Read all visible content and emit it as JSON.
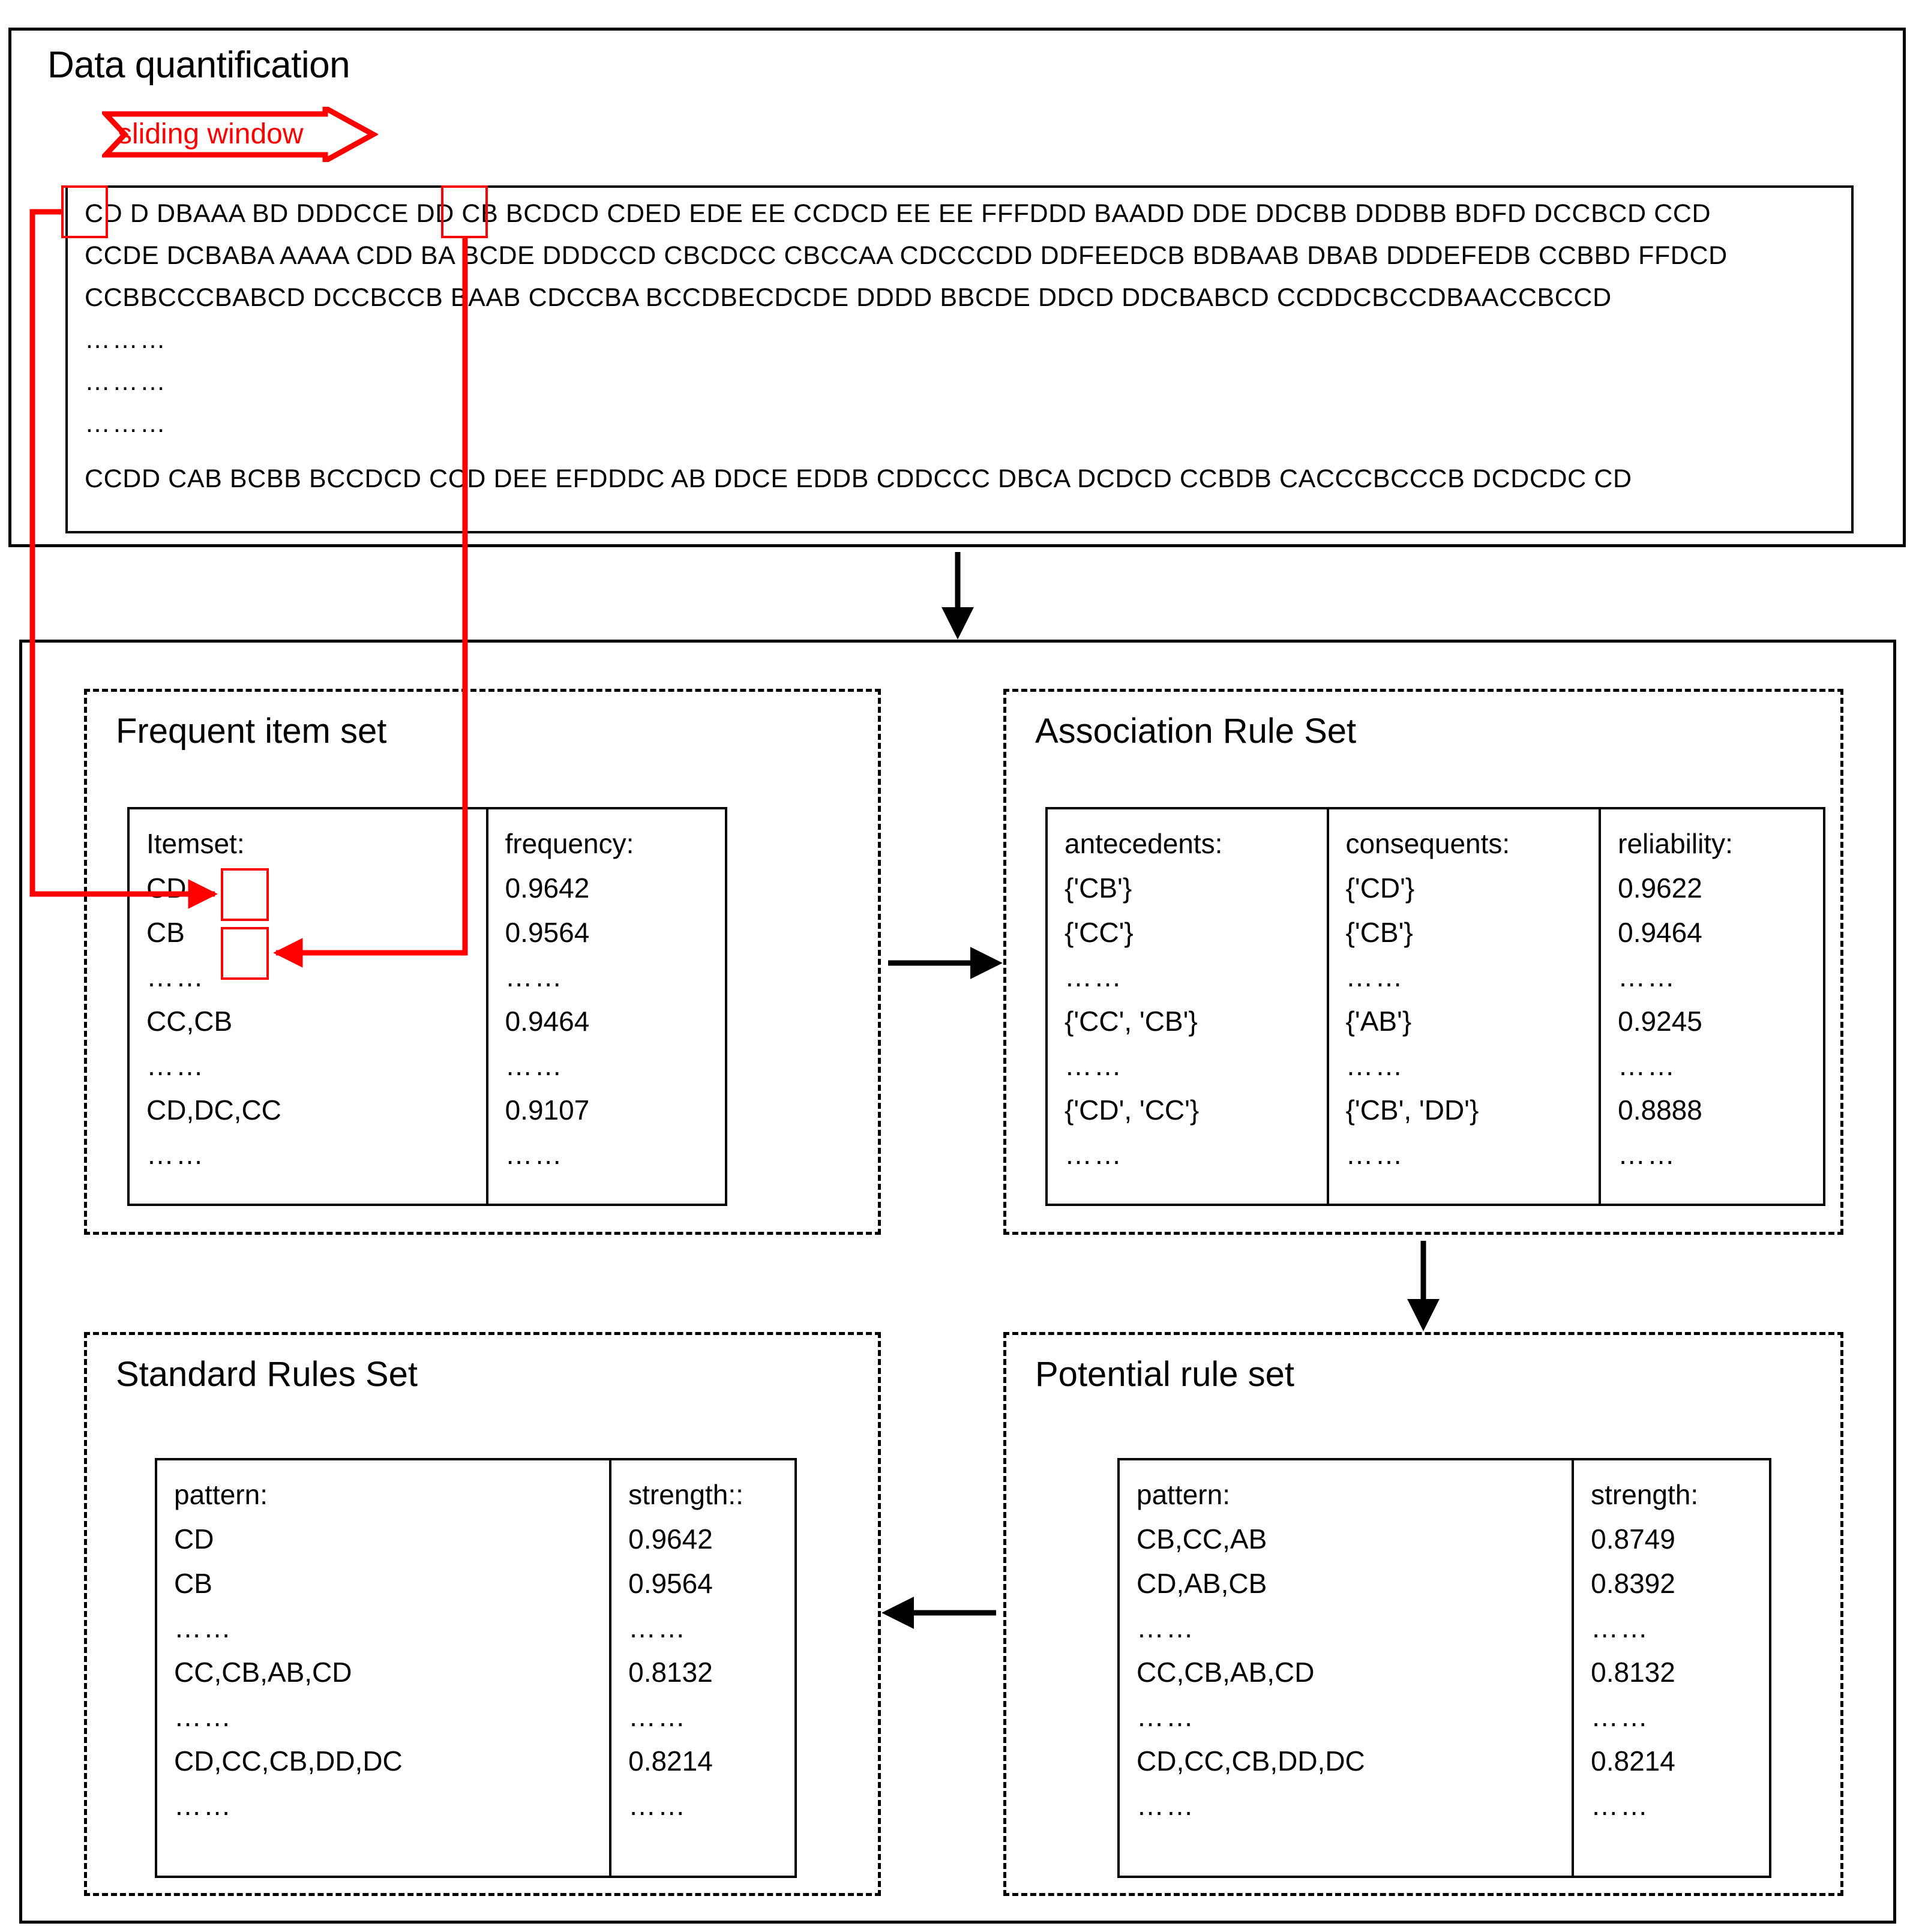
{
  "top_panel": {
    "title": "Data quantification",
    "sliding_window_label": "sliding window",
    "sequence_rows": [
      "CD D DBAAA BD DDDCCE DD CB BCDCD CDED EDE EE CCDCD EE EE FFFDDD BAADD DDE DDCBB DDDBB BDFD DCCBCD CCD",
      "CCDE DCBABA AAAA CDD BA BCDE DDDCCD CBCDCC CBCCAA CDCCCDD DDFEEDCB BDBAAB DBAB DDDEFEDB CCBBD FFDCD",
      "CCBBCCCBABCD DCCBCCB BAAB CDCCBA BCCDBECDCDE DDDD BBCDE DDCD DDCBABCD CCDDCBCCDBAACCBCCD",
      "CCDD CAB BCBB BCCDCD CCD DEE EFDDDC AB DDCE EDDB CDDCCC DBCA DCDCD CCBDB CACCCBCCCB DCDCDC CD"
    ],
    "ellipsis_rows": [
      "………",
      "………",
      "………"
    ]
  },
  "bottom_panel": {
    "frequent_item_set": {
      "title": "Frequent item set",
      "columns": [
        {
          "header": "Itemset:",
          "cells": [
            "CD",
            "CB",
            "……",
            "CC,CB",
            "……",
            "CD,DC,CC",
            "……"
          ]
        },
        {
          "header": "frequency:",
          "cells": [
            "0.9642",
            "0.9564",
            "……",
            "0.9464",
            "……",
            "0.9107",
            "……"
          ]
        }
      ]
    },
    "association_rule_set": {
      "title": "Association Rule Set",
      "columns": [
        {
          "header": "antecedents:",
          "cells": [
            "{'CB'}",
            "{'CC'}",
            "……",
            "{'CC', 'CB'}",
            "……",
            "{'CD', 'CC'}",
            "……"
          ]
        },
        {
          "header": "consequents:",
          "cells": [
            "{'CD'}",
            "{'CB'}",
            "……",
            "{'AB'}",
            "……",
            "{'CB', 'DD'}",
            "……"
          ]
        },
        {
          "header": "reliability:",
          "cells": [
            "0.9622",
            "0.9464",
            "……",
            "0.9245",
            "……",
            "0.8888",
            "……"
          ]
        }
      ]
    },
    "standard_rules_set": {
      "title": "Standard Rules Set",
      "columns": [
        {
          "header": "pattern:",
          "cells": [
            "CD",
            "CB",
            "……",
            "CC,CB,AB,CD",
            "……",
            "CD,CC,CB,DD,DC",
            "……"
          ]
        },
        {
          "header": "strength::",
          "cells": [
            "0.9642",
            "0.9564",
            "……",
            "0.8132",
            "……",
            "0.8214",
            "……"
          ]
        }
      ]
    },
    "potential_rule_set": {
      "title": "Potential rule set",
      "columns": [
        {
          "header": "pattern:",
          "cells": [
            "CB,CC,AB",
            "CD,AB,CB",
            "……",
            "CC,CB,AB,CD",
            "……",
            "CD,CC,CB,DD,DC",
            "……"
          ]
        },
        {
          "header": "strength:",
          "cells": [
            "0.8749",
            "0.8392",
            "……",
            "0.8132",
            "……",
            "0.8214",
            "……"
          ]
        }
      ]
    }
  },
  "highlights": {
    "seq_cd": "CD",
    "seq_cb": "CB",
    "table_cd": "CD",
    "table_cb": "CB"
  },
  "colors": {
    "accent_red": "#ff0000",
    "line_black": "#000000",
    "background": "#ffffff"
  }
}
